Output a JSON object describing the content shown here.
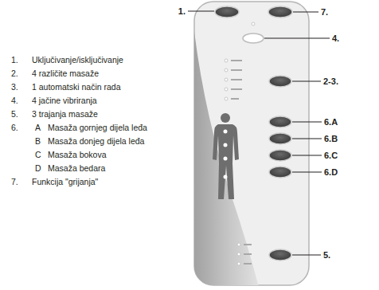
{
  "diagram": {
    "labels": [
      "1.",
      "Uključivanje/isključivanje",
      "2.",
      "4 različite masaže",
      "3.",
      "1 automatski način rada",
      "4.",
      "4 jačine vibriranja",
      "5.",
      "3 trajanja masaže",
      "6.",
      "A",
      "Masaža gornjeg dijela leđa",
      "B",
      "Masaža donjeg dijela leđa",
      "C",
      "Masaža bokova",
      "D",
      "Masaža bedara",
      "7.",
      "Funkcija \"grijanja\"",
      "1.",
      "7.",
      "4.",
      "2-3.",
      "6.A",
      "6.B",
      "6.C",
      "6.D",
      "5."
    ]
  }
}
